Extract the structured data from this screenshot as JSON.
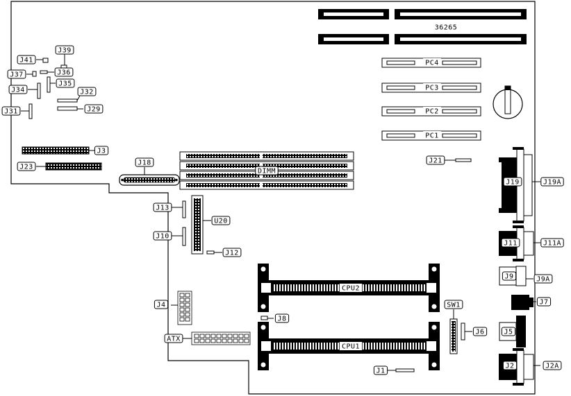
{
  "labels": {
    "j39": "J39",
    "j41": "J41",
    "j36": "J36",
    "j37": "J37",
    "j35": "J35",
    "j34": "J34",
    "j32": "J32",
    "j31": "J31",
    "j29": "J29",
    "j3": "J3",
    "j23": "J23",
    "j18": "J18",
    "dimm": "DIMM",
    "s6265": "36265",
    "pc4": "PC4",
    "pc3": "PC3",
    "pc2": "PC2",
    "pc1": "PC1",
    "j21": "J21",
    "j19": "J19",
    "j19a": "J19A",
    "j13": "J13",
    "u20": "U20",
    "j10": "J10",
    "j12": "J12",
    "j11": "J11",
    "j11a": "J11A",
    "j9": "J9",
    "j9a": "J9A",
    "j7": "J7",
    "cpu2": "CPU2",
    "cpu1": "CPU1",
    "j4": "J4",
    "j8": "J8",
    "sw1": "SW1",
    "j6": "J6",
    "j5": "J5",
    "atx": "ATX",
    "j1": "J1",
    "j2": "J2",
    "j2a": "J2A"
  }
}
